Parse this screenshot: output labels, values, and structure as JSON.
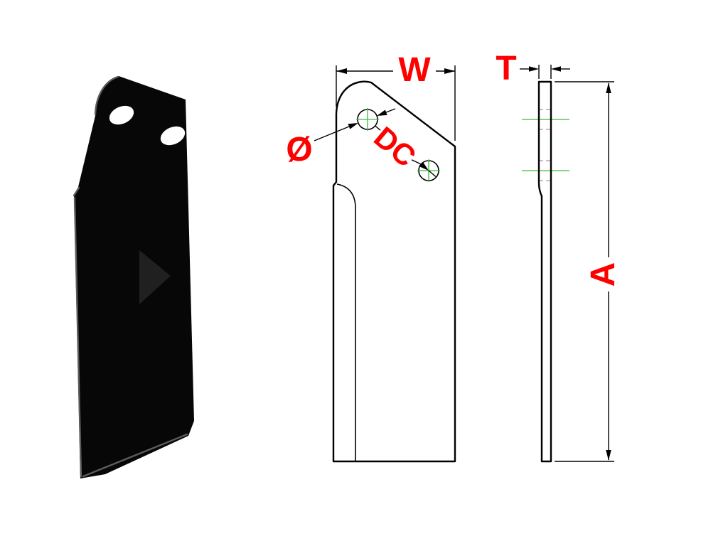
{
  "drawing": {
    "labels": {
      "width": "W",
      "diameter": "Ø",
      "center_distance": "DC",
      "thickness": "T",
      "length": "A"
    },
    "colors": {
      "background": "#ffffff",
      "outline": "#000000",
      "dimension_text": "#ff0000",
      "centerline": "#3dbb3d",
      "hidden_line": "#c97fc9",
      "part_fill": "#070707",
      "edge_highlight": "#5c5c5c"
    }
  }
}
